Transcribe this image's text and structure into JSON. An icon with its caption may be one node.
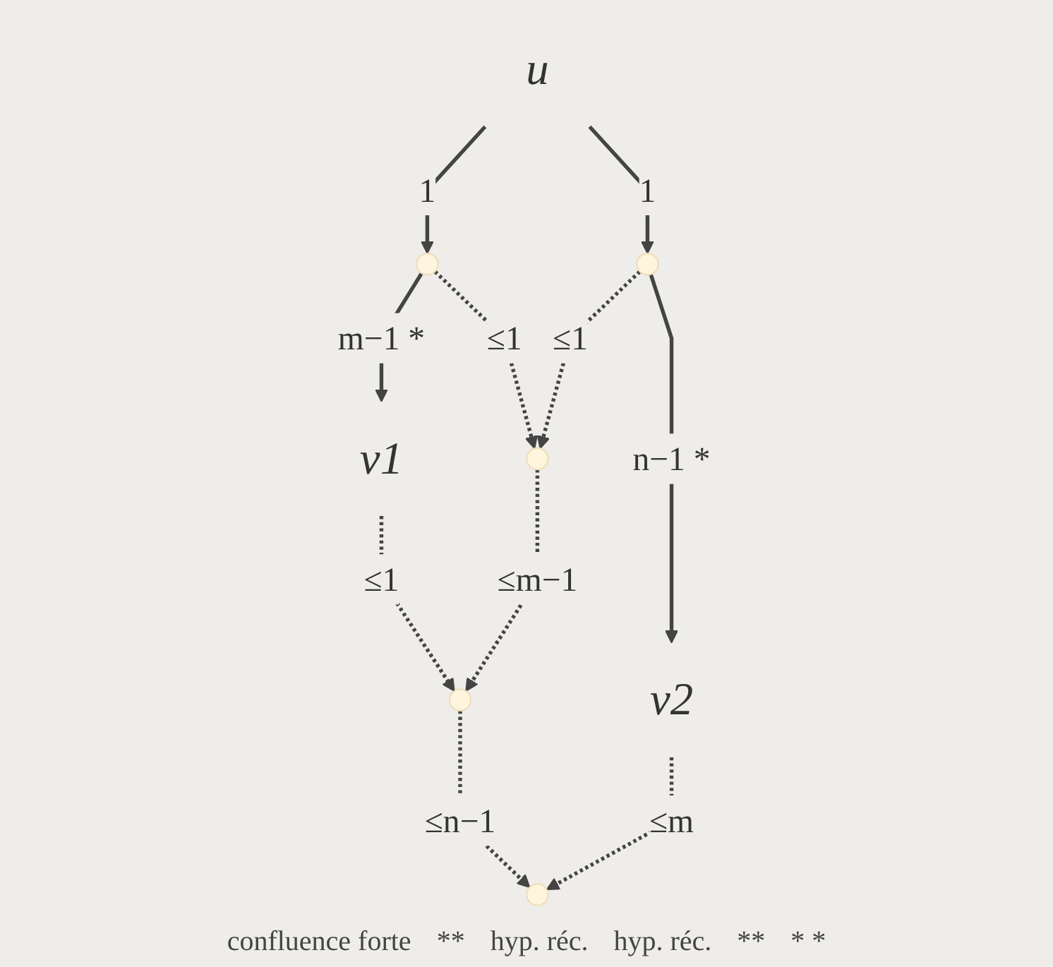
{
  "diagram": {
    "nodes": [
      {
        "text": [
          "u"
        ]
      },
      {
        "text": [],
        "shape": "point"
      },
      {
        "text": [],
        "shape": "point"
      },
      {
        "text": [
          "v1"
        ]
      },
      {
        "text": [],
        "shape": "point"
      },
      {
        "text": [
          "v2"
        ]
      },
      {
        "text": [],
        "shape": "point"
      },
      {
        "text": [],
        "shape": "point"
      }
    ],
    "edges": [
      {
        "from": 0,
        "to": 1,
        "arrow": "to",
        "label": "1"
      },
      {
        "from": 0,
        "to": 2,
        "arrow": "to",
        "label": "1"
      },
      {
        "from": 1,
        "to": 3,
        "arrow": "to",
        "label": "m−1 *"
      },
      {
        "from": 1,
        "to": 4,
        "arrow": "to",
        "label": "≤1",
        "style": "dashed"
      },
      {
        "from": 2,
        "to": 4,
        "arrow": "to",
        "label": "≤1",
        "style": "dashed"
      },
      {
        "from": 2,
        "to": 5,
        "arrow": "to",
        "label": "n−1 *"
      },
      {
        "from": 3,
        "to": 6,
        "arrow": "to",
        "label": "≤1",
        "style": "dashed"
      },
      {
        "from": 4,
        "to": 6,
        "arrow": "to",
        "label": "≤m−1",
        "style": "dashed"
      },
      {
        "from": 5,
        "to": 7,
        "arrow": "to",
        "label": "≤m",
        "style": "dashed"
      },
      {
        "from": 6,
        "to": 7,
        "arrow": "to",
        "label": "≤n−1",
        "style": "dashed"
      }
    ],
    "labels": [
      "confluence forte",
      "**",
      "hyp. réc.",
      "hyp. réc.",
      "**",
      "* *"
    ]
  }
}
